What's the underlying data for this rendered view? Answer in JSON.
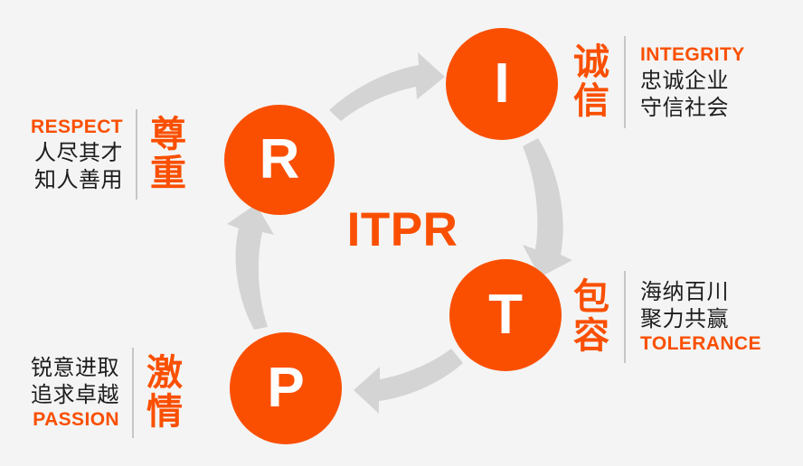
{
  "theme": {
    "background": "#f4f4f4",
    "accent_orange": "#fa4f00",
    "text_black": "#1d1d1d",
    "arrow_gray": "#d4d4d4",
    "divider_gray": "#c6c6c6",
    "letter_white": "#fdfdfd"
  },
  "center": {
    "acronym": "ITPR"
  },
  "nodes": [
    {
      "letter": "R",
      "name": "respect"
    },
    {
      "letter": "I",
      "name": "integrity"
    },
    {
      "letter": "T",
      "name": "tolerance"
    },
    {
      "letter": "P",
      "name": "passion"
    }
  ],
  "blocks": {
    "respect": {
      "english": "RESPECT",
      "cn_line1": "人尽其才",
      "cn_line2": "知人善用",
      "vertical_char1": "尊",
      "vertical_char2": "重"
    },
    "integrity": {
      "english": "INTEGRITY",
      "cn_line1": "忠诚企业",
      "cn_line2": "守信社会",
      "vertical_char1": "诚",
      "vertical_char2": "信"
    },
    "tolerance": {
      "english": "TOLERANCE",
      "cn_line1": "海纳百川",
      "cn_line2": "聚力共赢",
      "vertical_char1": "包",
      "vertical_char2": "容"
    },
    "passion": {
      "english": "PASSION",
      "cn_line1": "锐意进取",
      "cn_line2": "追求卓越",
      "vertical_char1": "激",
      "vertical_char2": "情"
    }
  },
  "arrows": [
    {
      "name": "arrow-r-to-i",
      "from": "R",
      "to": "I",
      "direction": "right"
    },
    {
      "name": "arrow-i-to-t",
      "from": "I",
      "to": "T",
      "direction": "down"
    },
    {
      "name": "arrow-t-to-p",
      "from": "T",
      "to": "P",
      "direction": "left"
    },
    {
      "name": "arrow-p-to-r",
      "from": "P",
      "to": "R",
      "direction": "up"
    }
  ]
}
